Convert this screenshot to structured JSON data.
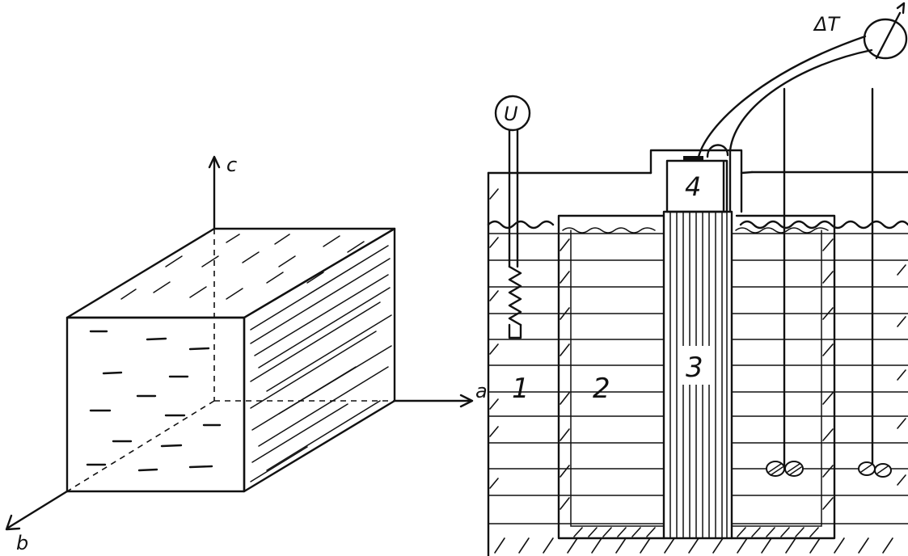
{
  "crystal": {
    "axes": {
      "a": "a",
      "b": "b",
      "c": "c"
    }
  },
  "apparatus": {
    "labels": {
      "bath": "1",
      "container": "2",
      "sample": "3",
      "heater_block": "4"
    },
    "voltmeter": "U",
    "thermocouple": "ΔT"
  }
}
